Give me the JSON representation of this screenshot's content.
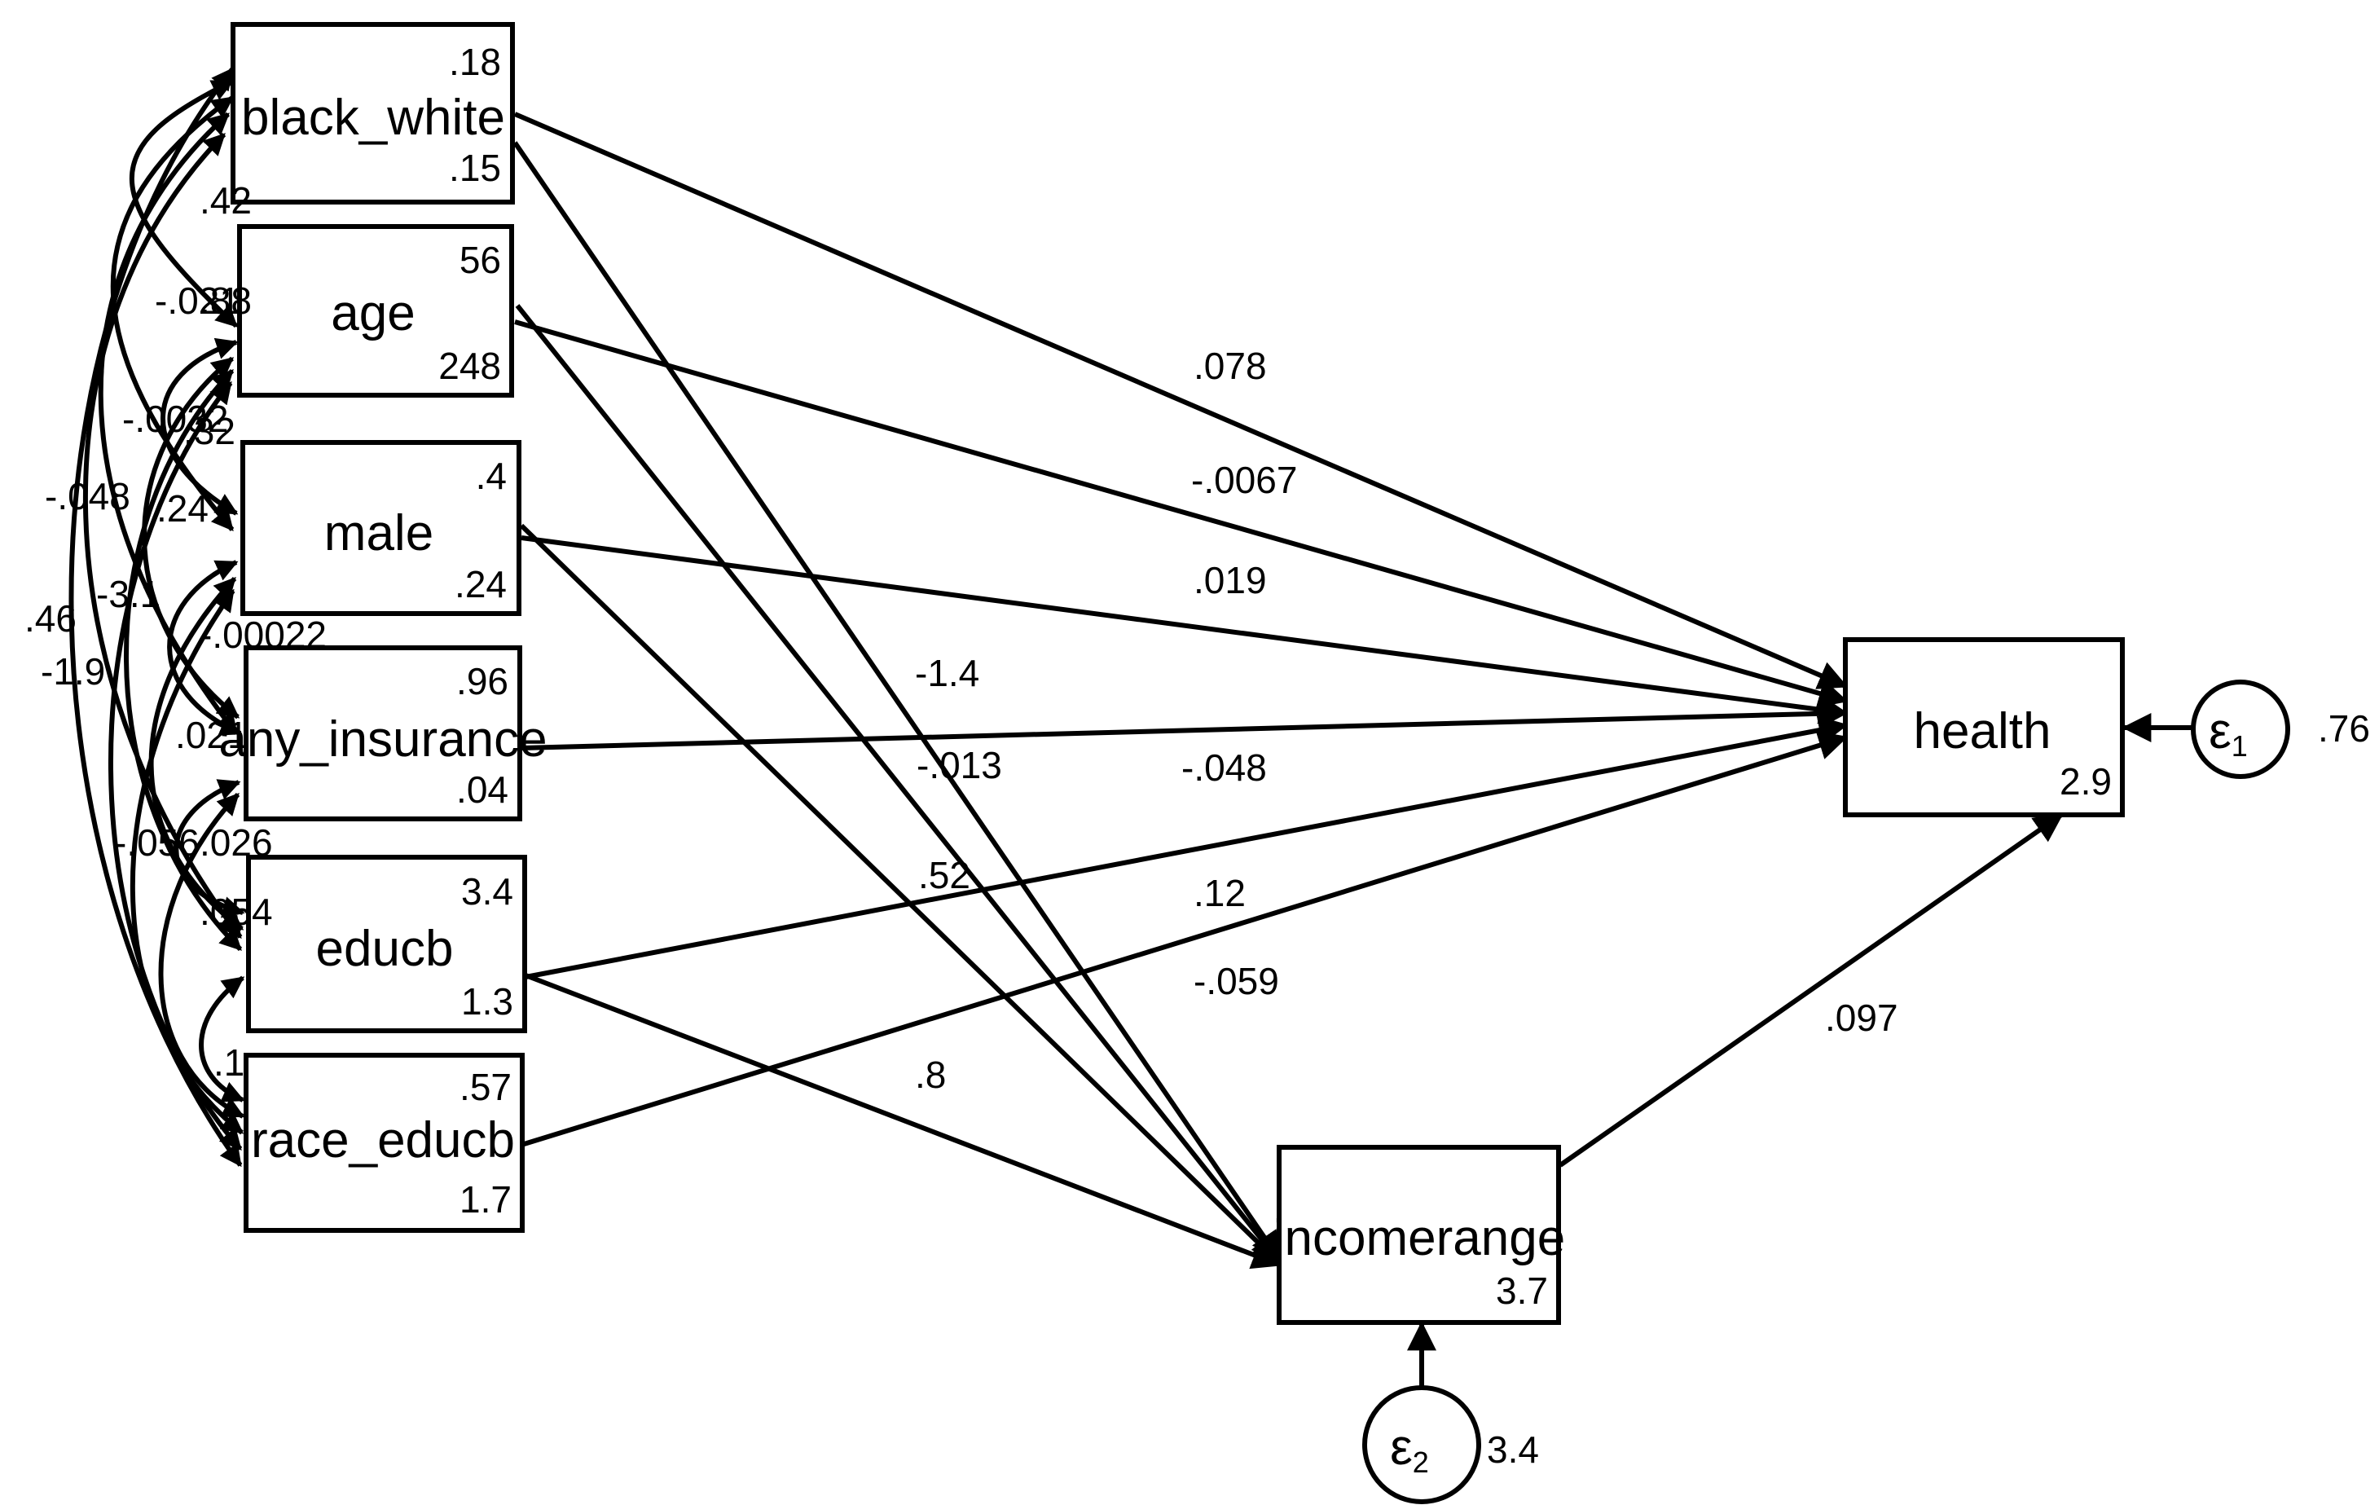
{
  "exogenous": [
    {
      "id": "black_white",
      "name": "black_white",
      "mean": ".18",
      "variance": ".15"
    },
    {
      "id": "age",
      "name": "age",
      "mean": "56",
      "variance": "248"
    },
    {
      "id": "male",
      "name": "male",
      "mean": ".4",
      "variance": ".24"
    },
    {
      "id": "any_insurance",
      "name": "any_insurance",
      "mean": ".96",
      "variance": ".04"
    },
    {
      "id": "educb",
      "name": "educb",
      "mean": "3.4",
      "variance": "1.3"
    },
    {
      "id": "race_educb",
      "name": "race_educb",
      "mean": ".57",
      "variance": "1.7"
    }
  ],
  "endogenous": [
    {
      "id": "health",
      "name": "health",
      "intercept": "2.9"
    },
    {
      "id": "incomerange",
      "name": "incomerange",
      "intercept": "3.7"
    }
  ],
  "errors": [
    {
      "id": "e1",
      "symbol": "ε",
      "subscript": "1",
      "variance": ".76"
    },
    {
      "id": "e2",
      "symbol": "ε",
      "subscript": "2",
      "variance": "3.4"
    }
  ],
  "paths_to_health": [
    {
      "from": "black_white",
      "coef": ".078"
    },
    {
      "from": "age",
      "coef": "-.0067"
    },
    {
      "from": "male",
      "coef": ".019"
    },
    {
      "from": "any_insurance",
      "coef": "-.048"
    },
    {
      "from": "educb",
      "coef": ".12"
    },
    {
      "from": "race_educb",
      "coef": "-.059"
    },
    {
      "from": "incomerange",
      "coef": ".097"
    }
  ],
  "paths_to_incomerange": [
    {
      "from": "black_white",
      "coef": "-1.4"
    },
    {
      "from": "age",
      "coef": "-.013"
    },
    {
      "from": "male",
      "coef": ".52"
    },
    {
      "from": "educb",
      "coef": ".8"
    }
  ],
  "covariance_labels": [
    ".42",
    "-.021",
    ".88",
    "-.0032",
    ".32",
    "-.048",
    ".24",
    "-3.1",
    ".46",
    "-1.9",
    "-.00022",
    ".021",
    "-.056",
    ".026",
    ".054",
    ".1"
  ]
}
